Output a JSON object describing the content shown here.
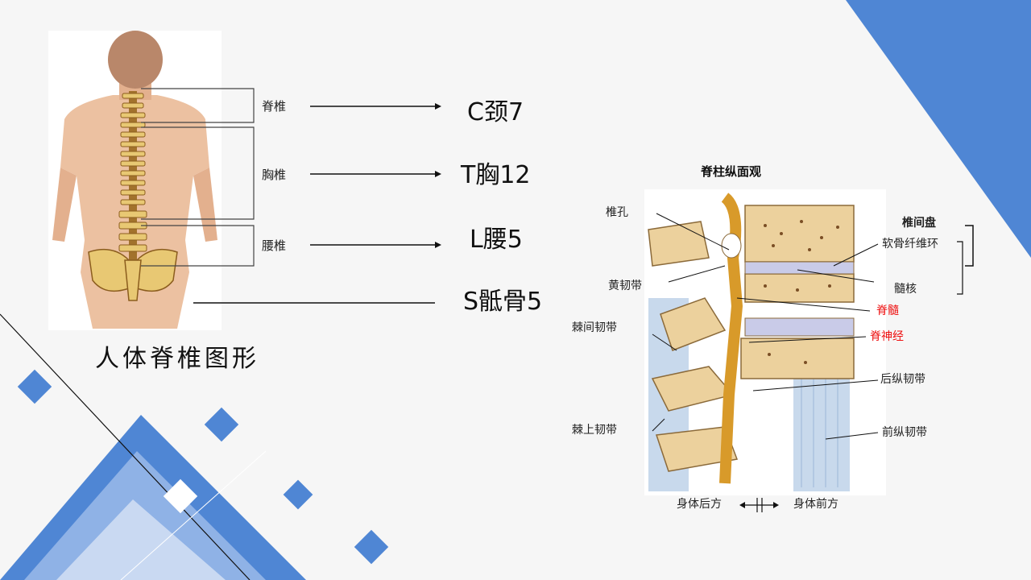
{
  "slide": {
    "caption": "人体脊椎图形",
    "segments": [
      {
        "name": "脊椎",
        "value": "C颈7"
      },
      {
        "name": "胸椎",
        "value": "T胸12"
      },
      {
        "name": "腰椎",
        "value": "L腰5"
      },
      {
        "name": "",
        "value": "S骶骨5"
      }
    ]
  },
  "diagram": {
    "title": "脊柱纵面观",
    "labels": {
      "foramen": "椎孔",
      "ligamentum_flavum": "黄韧带",
      "interspinous": "棘间韧带",
      "supraspinous": "棘上韧带",
      "disc": "椎间盘",
      "annulus": "软骨纤维环",
      "nucleus": "髓核",
      "spinal_cord": "脊髓",
      "spinal_nerve": "脊神经",
      "posterior_ligament": "后纵韧带",
      "anterior_ligament": "前纵韧带",
      "back": "身体后方",
      "front": "身体前方"
    }
  },
  "colors": {
    "accent_blue": "#4f86d4",
    "light_blue": "#8fb2e6",
    "highlight_red": "#e11111"
  }
}
